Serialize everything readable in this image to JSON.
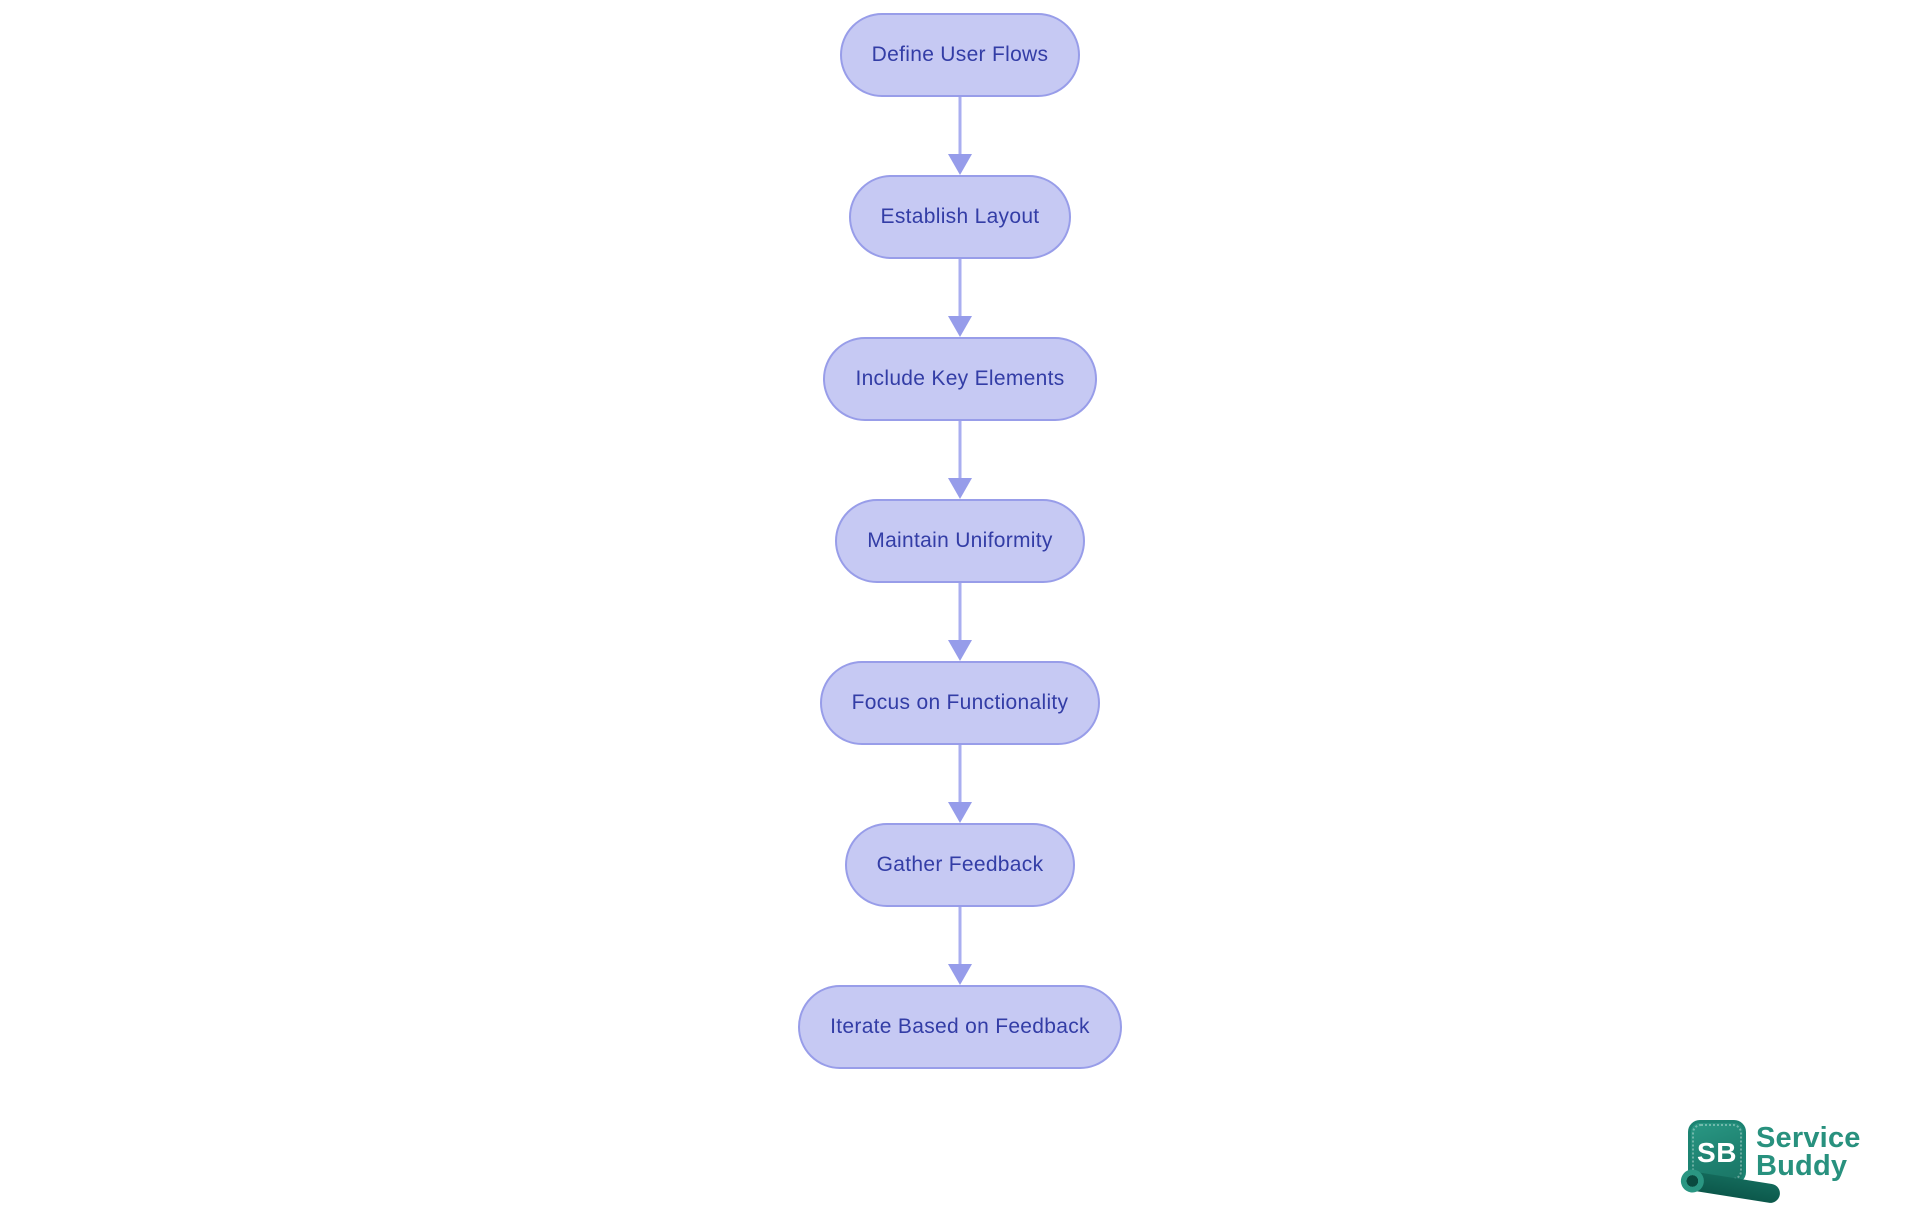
{
  "page": {
    "background_color": "#ffffff"
  },
  "flowchart": {
    "type": "vertical-flow",
    "node_fill_color": "#c6c9f3",
    "node_border_color": "#989de9",
    "node_text_color": "#333da6",
    "arrow_line_color": "#a9aef0",
    "arrowhead_color": "#969cea",
    "nodes": [
      {
        "label": "Define User Flows"
      },
      {
        "label": "Establish Layout"
      },
      {
        "label": "Include Key Elements"
      },
      {
        "label": "Maintain Uniformity"
      },
      {
        "label": "Focus on Functionality"
      },
      {
        "label": "Gather Feedback"
      },
      {
        "label": "Iterate Based on Feedback"
      }
    ]
  },
  "logo": {
    "monogram": "SB",
    "name_line1": "Service",
    "name_line2": "Buddy",
    "brand_teal": "#28917e",
    "mark_fill": "#1e8170"
  }
}
